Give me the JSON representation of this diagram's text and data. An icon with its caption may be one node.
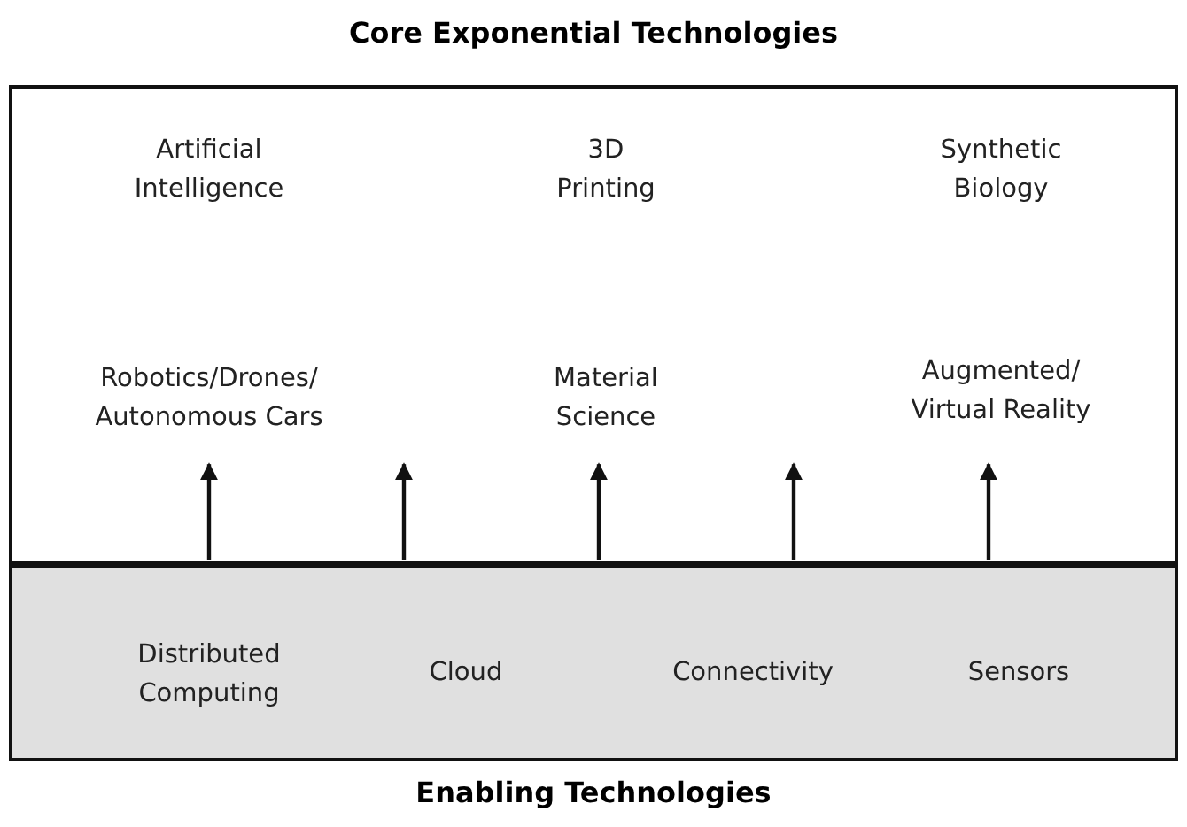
{
  "diagram": {
    "title": "Core Exponential Technologies",
    "caption": "Enabling Technologies",
    "nodes": [
      {
        "text": [],
        "shape": "box"
      },
      {
        "text": [],
        "shape": "box"
      }
    ],
    "edges": [
      {
        "from": 1,
        "to": 0,
        "arrow": "to"
      },
      {
        "from": 1,
        "to": 0,
        "arrow": "to"
      },
      {
        "from": 1,
        "to": 0,
        "arrow": "to"
      },
      {
        "from": 1,
        "to": 0,
        "arrow": "to"
      },
      {
        "from": 1,
        "to": 0,
        "arrow": "to"
      }
    ],
    "labels": [
      "Artificial Intelligence",
      "3D Printing",
      "Synthetic Biology",
      "Robotics/Drones/ Autonomous Cars",
      "Material Science",
      "Augmented/ Virtual Reality",
      "Distributed Computing",
      "Cloud",
      "Connectivity",
      "Sensors"
    ]
  }
}
